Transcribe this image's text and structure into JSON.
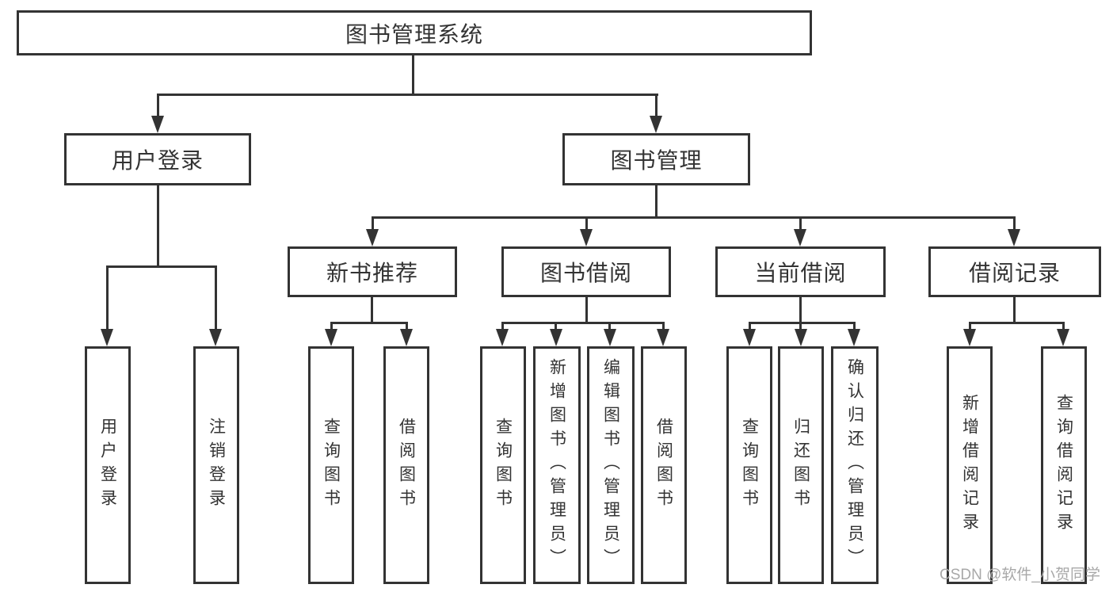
{
  "diagram": {
    "title_node": {
      "label": "图书管理系统"
    },
    "root": {
      "label": "图书管理系统"
    },
    "level2": [
      {
        "label": "用户登录"
      },
      {
        "label": "图书管理"
      }
    ],
    "level3": [
      {
        "label": "新书推荐",
        "parent": "图书管理"
      },
      {
        "label": "图书借阅",
        "parent": "图书管理"
      },
      {
        "label": "当前借阅",
        "parent": "图书管理"
      },
      {
        "label": "借阅记录",
        "parent": "图书管理"
      }
    ],
    "leaves": [
      {
        "label": "用户登录",
        "parent": "用户登录"
      },
      {
        "label": "注销登录",
        "parent": "用户登录"
      },
      {
        "label": "查询图书",
        "parent": "新书推荐"
      },
      {
        "label": "借阅图书",
        "parent": "新书推荐"
      },
      {
        "label": "查询图书",
        "parent": "图书借阅"
      },
      {
        "label": "新增图书（管理员）",
        "parent": "图书借阅"
      },
      {
        "label": "编辑图书（管理员）",
        "parent": "图书借阅"
      },
      {
        "label": "借阅图书",
        "parent": "图书借阅"
      },
      {
        "label": "查询图书",
        "parent": "当前借阅"
      },
      {
        "label": "归还图书",
        "parent": "当前借阅"
      },
      {
        "label": "确认归还（管理员）",
        "parent": "当前借阅"
      },
      {
        "label": "新增借阅记录",
        "parent": "借阅记录"
      },
      {
        "label": "查询借阅记录",
        "parent": "借阅记录"
      }
    ],
    "colors": {
      "line": "#333333",
      "ink": "#333333",
      "boxbg": "#ffffff",
      "wm": "#a8a8a8"
    }
  },
  "watermark": {
    "text": "CSDN @软件_小贺同学"
  }
}
